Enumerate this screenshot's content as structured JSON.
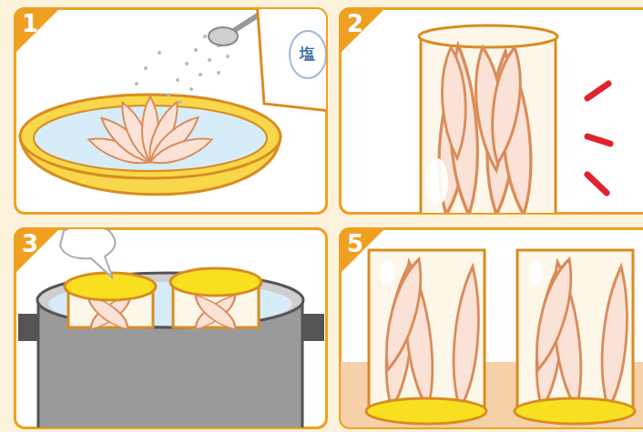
{
  "diagram": {
    "nodes": [
      {
        "text": [
          "1"
        ]
      },
      {
        "text": [
          "2"
        ]
      },
      {
        "text": [
          "3"
        ]
      },
      {
        "text": [
          "5"
        ]
      }
    ],
    "labels": [
      "塩"
    ]
  }
}
